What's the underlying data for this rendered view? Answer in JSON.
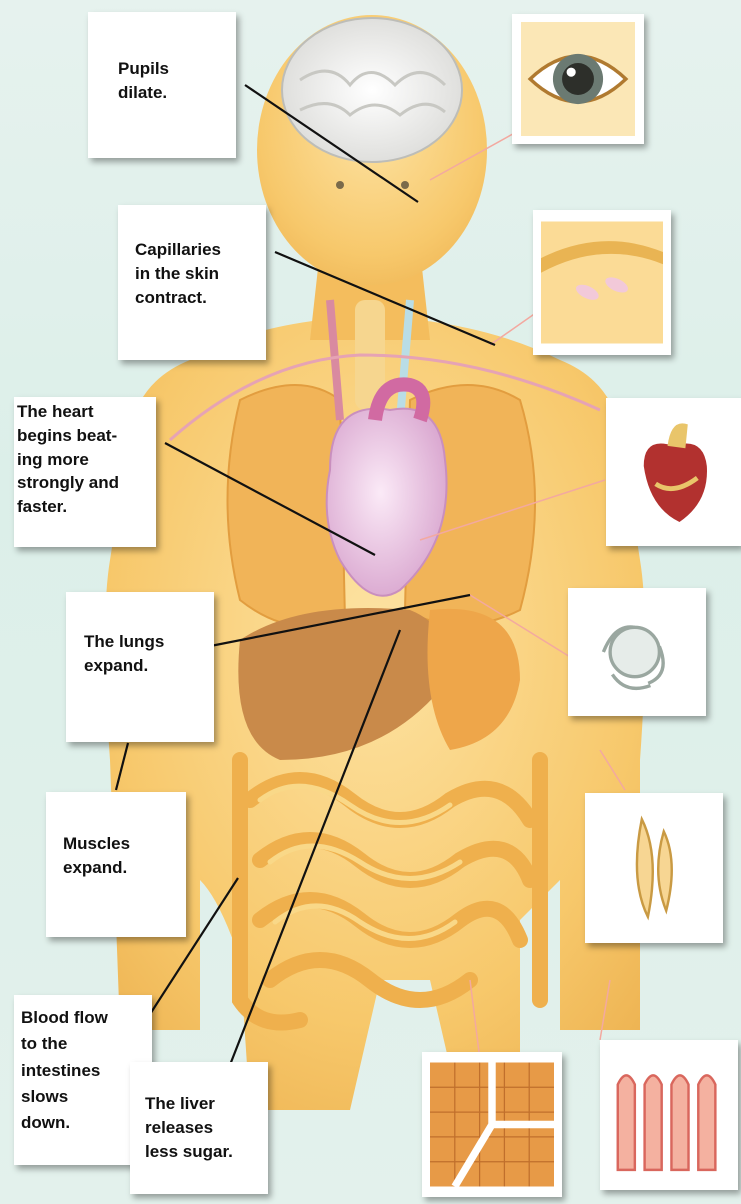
{
  "labels": {
    "pupils": "Pupils\ndilate.",
    "capillaries": "Capillaries\nin the skin\ncontract.",
    "heart": "The heart\nbegins beat-\ning more\nstrongly and\nfaster.",
    "lungs": "The lungs\nexpand.",
    "muscles": "Muscles\nexpand.",
    "blood_flow": "Blood flow\nto the\nintestines\nslows\ndown.",
    "liver": "The liver\nreleases\nless sugar."
  },
  "illustrations": [
    "brain-icon",
    "eye-icon",
    "skin-capillaries-icon",
    "heart-icon",
    "lungs-icon",
    "muscle-fibers-icon",
    "intestine-villi-icon",
    "liver-tissue-icon"
  ],
  "colors": {
    "background": "#e3f1ec",
    "body": "#f7c86b",
    "organ_shadow": "#e9a94a",
    "heart": "#e6bde0",
    "liver": "#c98a4a",
    "leader_line": "#111111"
  }
}
